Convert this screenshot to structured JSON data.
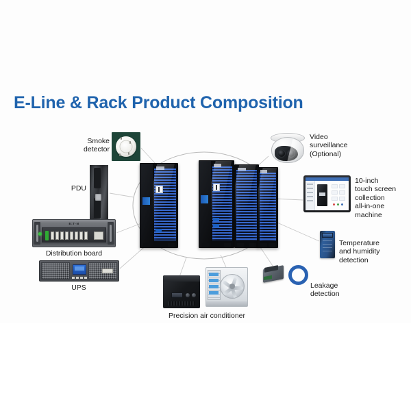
{
  "page": {
    "title": "E-Line & Rack Product Composition",
    "title_color": "#1f63ad",
    "background_color": "#ffffff",
    "sheet_color": "#fdfdfd"
  },
  "diagram": {
    "center": {
      "name": "Rack system",
      "description": "Server rack cabinets inside an ellipse",
      "rack_count": 4,
      "groups": [
        {
          "label": "single rack",
          "count": 1
        },
        {
          "label": "rack row",
          "count": 3
        }
      ],
      "ellipse_stroke": "#b9b9b9",
      "connector_stroke": "#c8c8c8"
    },
    "components": [
      {
        "id": "smoke-detector",
        "label": "Smoke\ndetector",
        "position": "top-left"
      },
      {
        "id": "pdu",
        "label": "PDU",
        "position": "left-upper"
      },
      {
        "id": "distribution-board",
        "label": "Distribution board",
        "position": "left-middle"
      },
      {
        "id": "ups",
        "label": "UPS",
        "position": "left-lower"
      },
      {
        "id": "precision-air-conditioner",
        "label": "Precision air conditioner",
        "position": "bottom-center"
      },
      {
        "id": "leakage-detection",
        "label": "Leakage\ndetection",
        "position": "bottom-right"
      },
      {
        "id": "temperature-humidity",
        "label": "Temperature\nand humidity\ndetection",
        "position": "right-lower"
      },
      {
        "id": "touch-screen",
        "label": "10-inch\ntouch screen\ncollection\nall-in-one\nmachine",
        "position": "right-upper"
      },
      {
        "id": "video-surveillance",
        "label": "Video\nsurveillance\n(Optional)",
        "position": "top-right"
      }
    ]
  }
}
